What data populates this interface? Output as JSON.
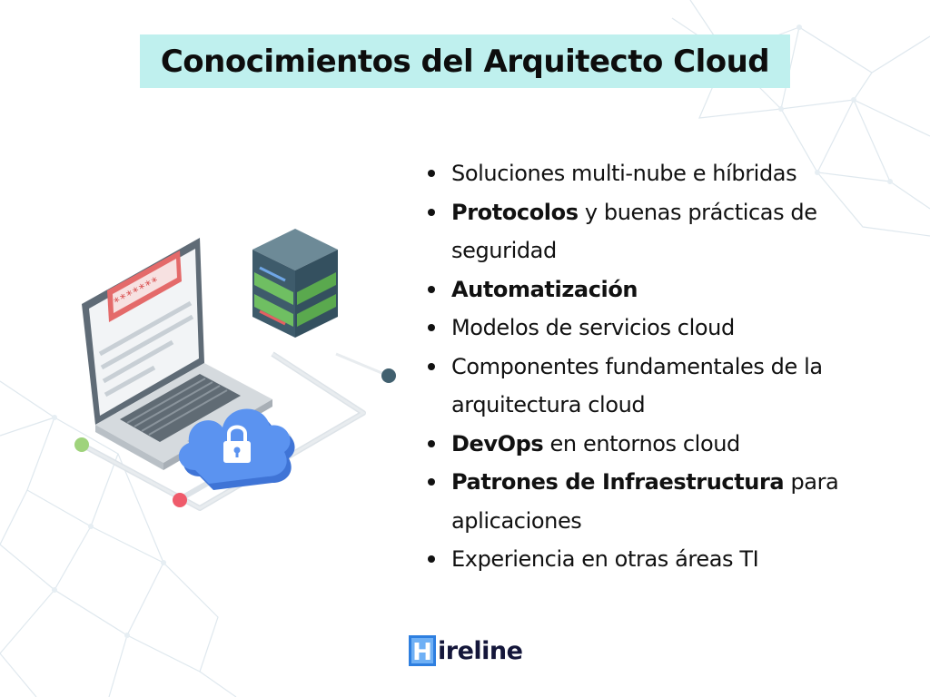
{
  "title": "Conocimientos del Arquitecto Cloud",
  "items": [
    {
      "bold": "",
      "text": "Soluciones multi-nube e híbridas"
    },
    {
      "bold": "Protocolos",
      "text": " y buenas prácticas de seguridad"
    },
    {
      "bold": "Automatización",
      "text": ""
    },
    {
      "bold": "",
      "text": "Modelos de servicios cloud"
    },
    {
      "bold": "",
      "text": "Componentes fundamentales de la arquitectura cloud"
    },
    {
      "bold": "DevOps",
      "text": " en entornos cloud"
    },
    {
      "bold": "Patrones de Infraestructura",
      "text": " para aplicaciones"
    },
    {
      "bold": "",
      "text": "Experiencia en otras áreas TI"
    }
  ],
  "logo": {
    "text": "ireline",
    "mark_letter": "H"
  },
  "illustration": {
    "password_mask": "*******"
  },
  "colors": {
    "title_bg": "#bff0ee",
    "logo_blue": "#2e7fe0",
    "logo_text": "#14163a",
    "cloud": "#4b86e8",
    "server": "#3d5a6c",
    "server_green": "#7dc46b",
    "password_red": "#e36161"
  }
}
